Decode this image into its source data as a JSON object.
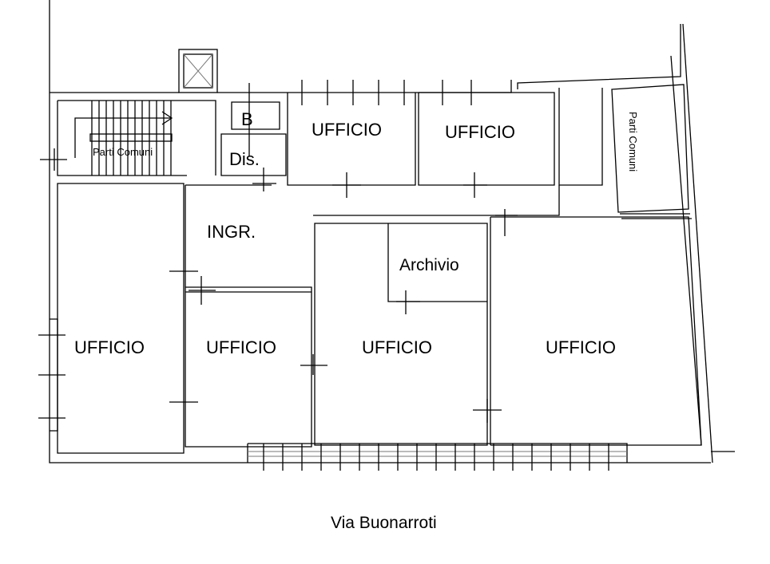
{
  "plan": {
    "rooms": {
      "parti_comuni_left": "Parti Comuni",
      "parti_comuni_right": "Parti Comuni",
      "bagno": "B",
      "disimpegno": "Dis.",
      "ufficio_top_1": "UFFICIO",
      "ufficio_top_2": "UFFICIO",
      "ingresso": "INGR.",
      "archivio": "Archivio",
      "ufficio_1": "UFFICIO",
      "ufficio_2": "UFFICIO",
      "ufficio_3": "UFFICIO",
      "ufficio_4": "UFFICIO"
    },
    "street": "Via Buonarroti"
  }
}
